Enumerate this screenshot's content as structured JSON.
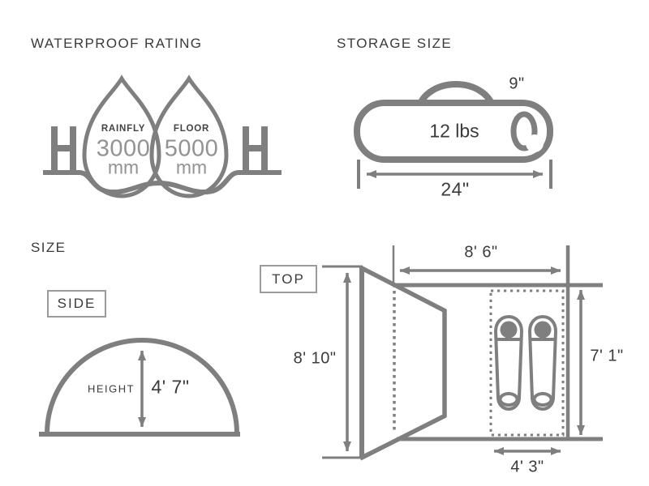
{
  "colors": {
    "line": "#7f7f7f",
    "text": "#3b3b3b",
    "muted_value": "#939393",
    "box_border": "#9b9b9b",
    "background": "#ffffff"
  },
  "waterproof": {
    "title": "WATERPROOF RATING",
    "drops": [
      {
        "label": "RAINFLY",
        "value": "3000",
        "unit": "mm"
      },
      {
        "label": "FLOOR",
        "value": "5000",
        "unit": "mm"
      }
    ]
  },
  "storage": {
    "title": "STORAGE SIZE",
    "weight": "12 lbs",
    "handle_width": "9\"",
    "bag_length": "24\""
  },
  "size": {
    "title": "SIZE",
    "side_view": {
      "label": "SIDE",
      "height_caption": "HEIGHT",
      "height": "4' 7\""
    },
    "top_view": {
      "label": "TOP",
      "body_length": "8' 6\"",
      "total_width": "8' 10\"",
      "inner_length": "7' 1\"",
      "sleeping_width": "4' 3\""
    }
  }
}
